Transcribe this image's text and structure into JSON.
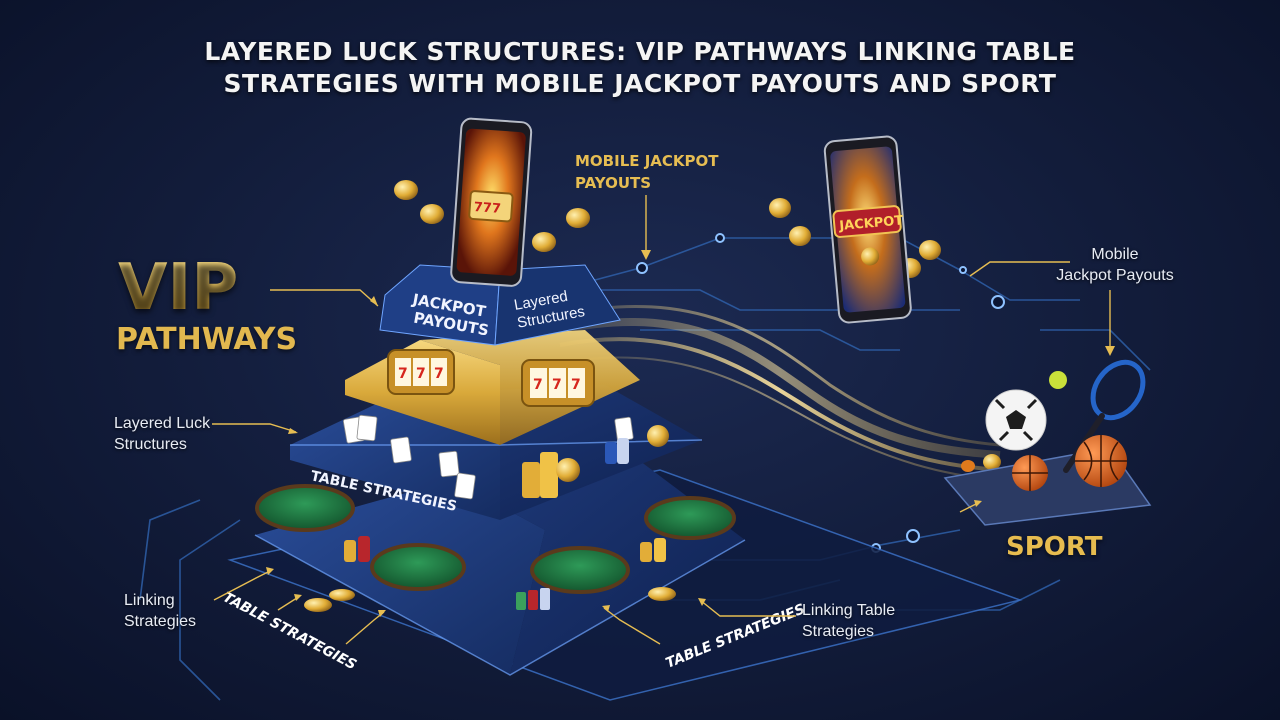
{
  "title": {
    "line1": "LAYERED LUCK STRUCTURES: VIP PATHWAYS LINKING TABLE",
    "line2": "STRATEGIES WITH MOBILE JACKPOT PAYOUTS AND SPORT"
  },
  "vip": {
    "big": "VIP",
    "sub": "PATHWAYS"
  },
  "pyramid": {
    "top_left_face": "JACKPOT\nPAYOUTS",
    "top_right_face": "Layered\nStructures",
    "base_front_label": "TABLE STRATEGIES",
    "floor_label_left": "TABLE STRATEGIES",
    "floor_label_right": "TABLE STRATEGIES"
  },
  "phone_right": {
    "sign": "JACKPOT"
  },
  "callouts": {
    "mobile_jackpot_gold": {
      "line1": "MOBILE JACKPOT",
      "line2": "PAYOUTS"
    },
    "mobile_jackpot_right": {
      "line1": "Mobile",
      "line2": "Jackpot Payouts"
    },
    "layered_luck": {
      "line1": "Layered Luck",
      "line2": "Structures"
    },
    "linking_left": {
      "line1": "Linking",
      "line2": "Strategies"
    },
    "linking_right": {
      "line1": "Linking Table",
      "line2": "Strategies"
    },
    "sport": "SPORT"
  },
  "colors": {
    "background": "#121c3a",
    "gold": "#e6bd52",
    "pyramid_blue": "#1d3a7a",
    "circuit": "#2e5fa8",
    "felt_green": "#1f7a43"
  },
  "icons": [
    "slot-machine-icon",
    "playing-cards-icon",
    "poker-chips-icon",
    "blackjack-table-icon",
    "gold-coin-icon",
    "soccer-ball-icon",
    "basketball-icon",
    "tennis-racket-icon",
    "tennis-ball-icon",
    "smartphone-icon"
  ]
}
